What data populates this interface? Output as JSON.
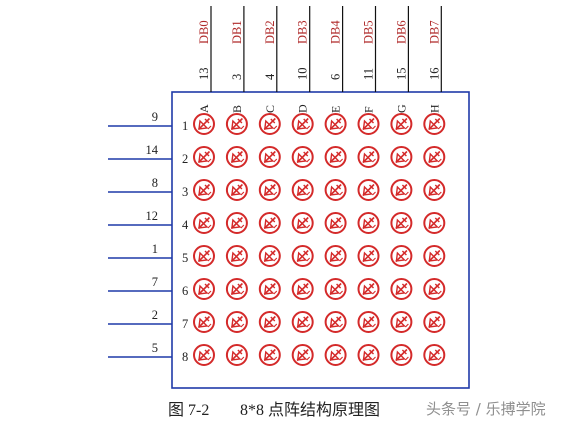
{
  "figure": {
    "columns": [
      {
        "bus": "DB0",
        "pin": "13",
        "letter": "A"
      },
      {
        "bus": "DB1",
        "pin": "3",
        "letter": "B"
      },
      {
        "bus": "DB2",
        "pin": "4",
        "letter": "C"
      },
      {
        "bus": "DB3",
        "pin": "10",
        "letter": "D"
      },
      {
        "bus": "DB4",
        "pin": "6",
        "letter": "E"
      },
      {
        "bus": "DB5",
        "pin": "11",
        "letter": "F"
      },
      {
        "bus": "DB6",
        "pin": "15",
        "letter": "G"
      },
      {
        "bus": "DB7",
        "pin": "16",
        "letter": "H"
      }
    ],
    "rows": [
      {
        "index": "1",
        "pin": "9"
      },
      {
        "index": "2",
        "pin": "14"
      },
      {
        "index": "3",
        "pin": "8"
      },
      {
        "index": "4",
        "pin": "12"
      },
      {
        "index": "5",
        "pin": "1"
      },
      {
        "index": "6",
        "pin": "7"
      },
      {
        "index": "7",
        "pin": "2"
      },
      {
        "index": "8",
        "pin": "5"
      }
    ],
    "colors": {
      "frame": "#1f3aa8",
      "led": "#d42a2a",
      "bus_label": "#b02a2a",
      "text": "#222222"
    }
  },
  "caption": {
    "title": "图 7-2",
    "text": "8*8 点阵结构原理图"
  },
  "watermark": "头条号 / 乐搏学院"
}
